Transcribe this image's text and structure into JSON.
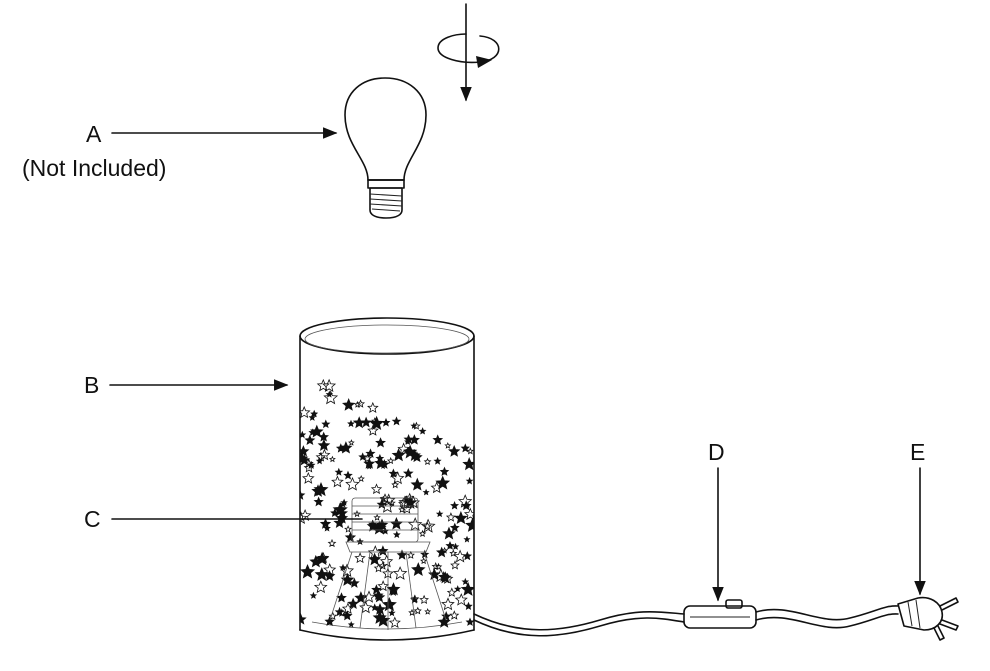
{
  "labels": {
    "a": "A",
    "a_note": "(Not Included)",
    "b": "B",
    "c": "C",
    "d": "D",
    "e": "E"
  },
  "colors": {
    "ink": "#111111",
    "background": "#ffffff"
  },
  "icons": {
    "rotate": "rotate-arrow-icon",
    "bulb": "light-bulb-icon",
    "shade": "star-pattern-shade-icon",
    "switch": "inline-switch-icon",
    "plug": "power-plug-icon"
  }
}
